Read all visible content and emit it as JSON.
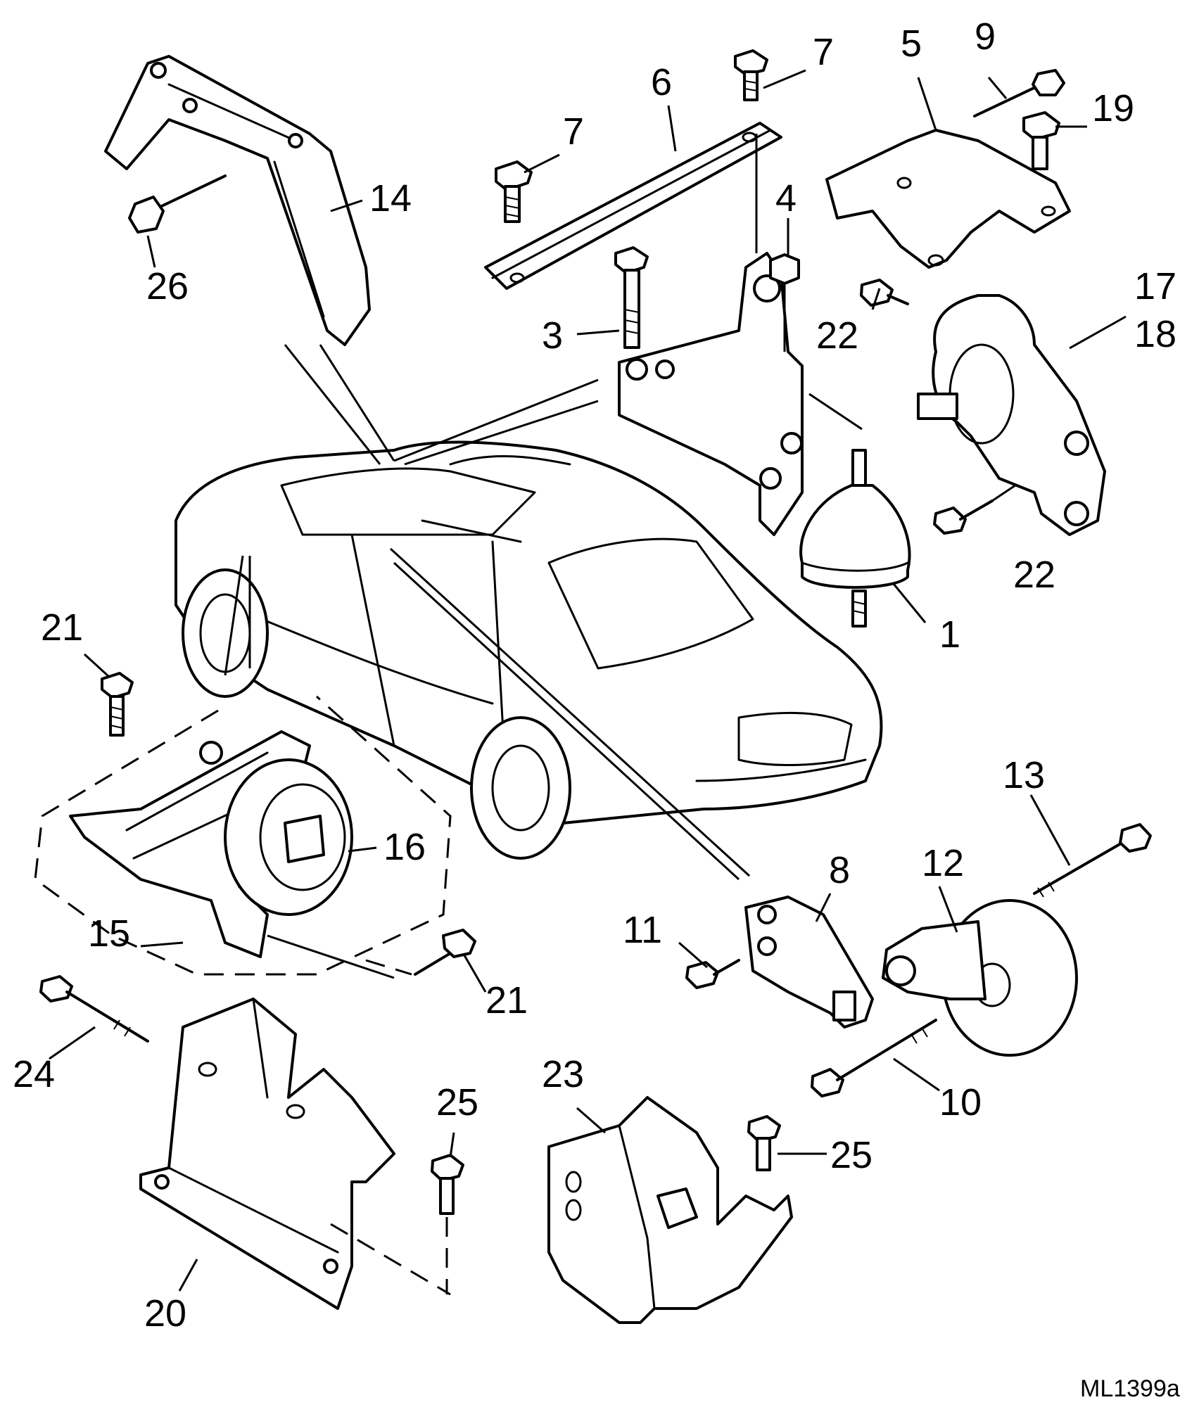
{
  "diagram": {
    "reference_code": "ML1399a",
    "callouts": [
      {
        "id": "c1",
        "text": "1"
      },
      {
        "id": "c3",
        "text": "3"
      },
      {
        "id": "c4",
        "text": "4"
      },
      {
        "id": "c5",
        "text": "5"
      },
      {
        "id": "c6",
        "text": "6"
      },
      {
        "id": "c7a",
        "text": "7"
      },
      {
        "id": "c7b",
        "text": "7"
      },
      {
        "id": "c8",
        "text": "8"
      },
      {
        "id": "c9",
        "text": "9"
      },
      {
        "id": "c10",
        "text": "10"
      },
      {
        "id": "c11",
        "text": "11"
      },
      {
        "id": "c12",
        "text": "12"
      },
      {
        "id": "c13",
        "text": "13"
      },
      {
        "id": "c14",
        "text": "14"
      },
      {
        "id": "c15",
        "text": "15"
      },
      {
        "id": "c16",
        "text": "16"
      },
      {
        "id": "c17",
        "text": "17"
      },
      {
        "id": "c18",
        "text": "18"
      },
      {
        "id": "c19",
        "text": "19"
      },
      {
        "id": "c20",
        "text": "20"
      },
      {
        "id": "c21a",
        "text": "21"
      },
      {
        "id": "c21b",
        "text": "21"
      },
      {
        "id": "c22a",
        "text": "22"
      },
      {
        "id": "c22b",
        "text": "22"
      },
      {
        "id": "c23",
        "text": "23"
      },
      {
        "id": "c24",
        "text": "24"
      },
      {
        "id": "c25a",
        "text": "25"
      },
      {
        "id": "c25b",
        "text": "25"
      },
      {
        "id": "c26",
        "text": "26"
      }
    ]
  }
}
